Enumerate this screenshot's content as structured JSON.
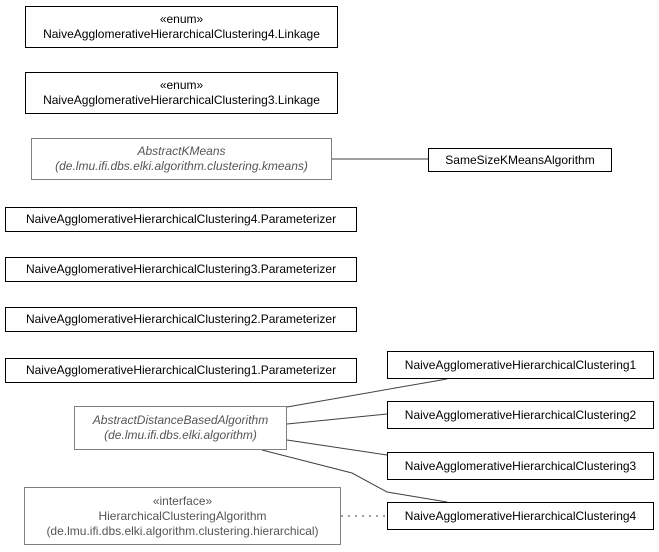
{
  "colors": {
    "border": "#000000",
    "external_border": "#808080",
    "external_text": "#555555",
    "edge": "#404040"
  },
  "nodes": {
    "linkage4": {
      "stereotype": "«enum»",
      "name": "NaiveAgglomerativeHierarchicalClustering4.Linkage"
    },
    "linkage3": {
      "stereotype": "«enum»",
      "name": "NaiveAgglomerativeHierarchicalClustering3.Linkage"
    },
    "abstract_kmeans": {
      "name": "AbstractKMeans",
      "package": "(de.lmu.ifi.dbs.elki.algorithm.clustering.kmeans)"
    },
    "same_size": {
      "name": "SameSizeKMeansAlgorithm"
    },
    "param4": {
      "name": "NaiveAgglomerativeHierarchicalClustering4.Parameterizer"
    },
    "param3": {
      "name": "NaiveAgglomerativeHierarchicalClustering3.Parameterizer"
    },
    "param2": {
      "name": "NaiveAgglomerativeHierarchicalClustering2.Parameterizer"
    },
    "param1": {
      "name": "NaiveAgglomerativeHierarchicalClustering1.Parameterizer"
    },
    "abstract_distance": {
      "name": "AbstractDistanceBasedAlgorithm",
      "package": "(de.lmu.ifi.dbs.elki.algorithm)"
    },
    "hier_interface": {
      "stereotype": "«interface»",
      "name": "HierarchicalClusteringAlgorithm",
      "package": "(de.lmu.ifi.dbs.elki.algorithm.clustering.hierarchical)"
    },
    "nahc1": {
      "name": "NaiveAgglomerativeHierarchicalClustering1"
    },
    "nahc2": {
      "name": "NaiveAgglomerativeHierarchicalClustering2"
    },
    "nahc3": {
      "name": "NaiveAgglomerativeHierarchicalClustering3"
    },
    "nahc4": {
      "name": "NaiveAgglomerativeHierarchicalClustering4"
    }
  }
}
